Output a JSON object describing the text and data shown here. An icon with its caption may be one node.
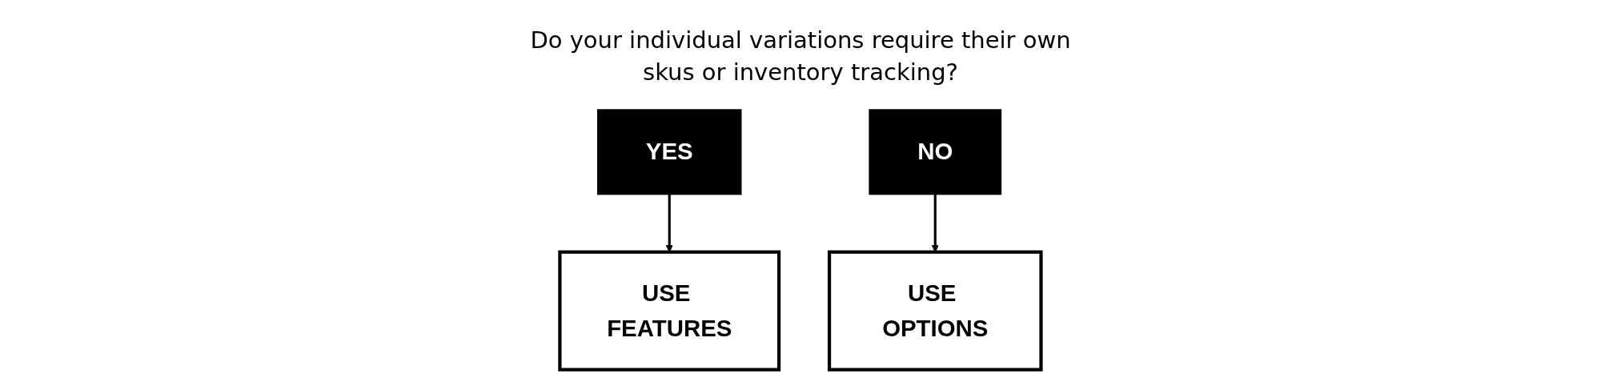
{
  "diagram": {
    "title": "Do your individual variations require their own skus or inventory tracking?",
    "nodes": [
      {
        "text": [
          "YES"
        ]
      },
      {
        "text": [
          "NO"
        ]
      },
      {
        "text": [
          "USE FEATURES"
        ]
      },
      {
        "text": [
          "USE OPTIONS"
        ]
      }
    ],
    "edges": [
      {
        "from": 0,
        "to": 2,
        "arrow": "to"
      },
      {
        "from": 1,
        "to": 3,
        "arrow": "to"
      }
    ]
  }
}
